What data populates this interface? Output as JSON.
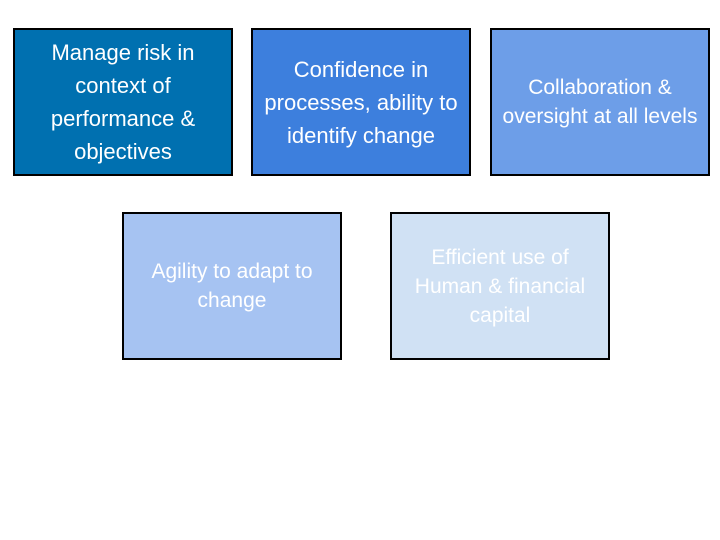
{
  "diagram": {
    "boxes": [
      {
        "text": "Manage risk in context of performance & objectives",
        "fill": "#0070b0",
        "text_color": "#ffffff"
      },
      {
        "text": "Confidence in processes, ability to identify change",
        "fill": "#3d7fdd",
        "text_color": "#ffffff"
      },
      {
        "text": "Collaboration & oversight at all levels",
        "fill": "#6d9ee8",
        "text_color": "#ffffff"
      },
      {
        "text": "Agility to adapt to change",
        "fill": "#a6c3f2",
        "text_color": "#ffffff"
      },
      {
        "text": "Efficient use of Human & financial capital",
        "fill": "#d0e1f4",
        "text_color": "#ffffff"
      }
    ],
    "border_color": "#000000"
  }
}
